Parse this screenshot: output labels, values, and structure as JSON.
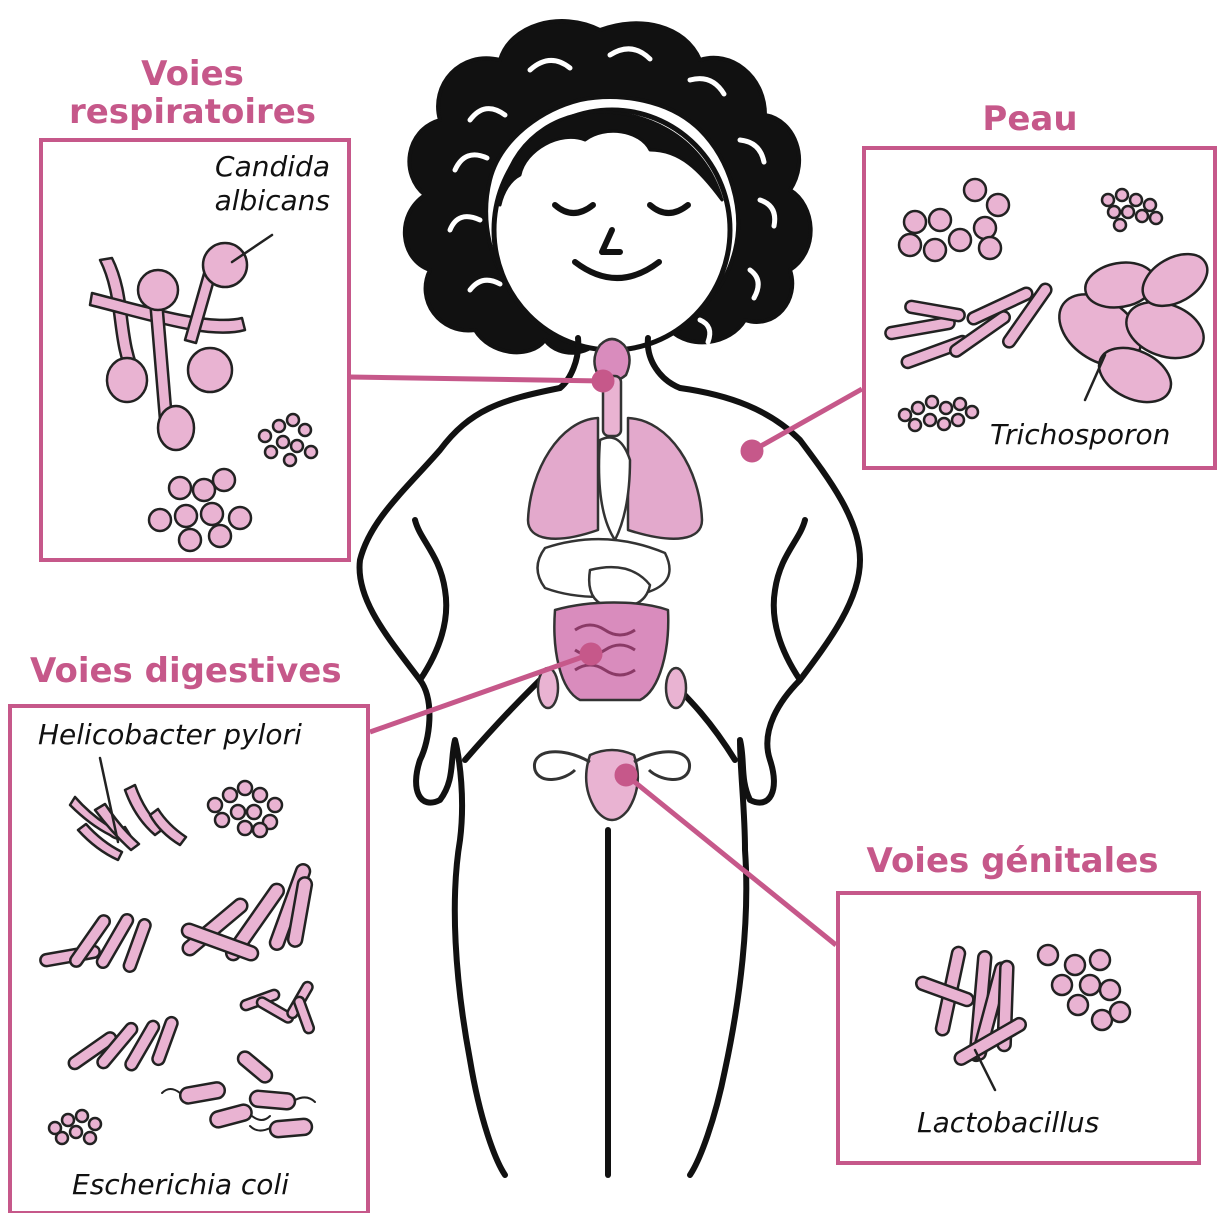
{
  "colors": {
    "accent": "#c6588a",
    "organism_fill": "#e9b3d2",
    "organ_fill": "#d98cbd",
    "outline": "#111111"
  },
  "regions": [
    {
      "title": "Voies respiratoires",
      "title_lines": [
        "Voies",
        "respiratoires"
      ],
      "species": [
        "Candida albicans"
      ]
    },
    {
      "title": "Peau",
      "species": [
        "Trichosporon"
      ]
    },
    {
      "title": "Voies digestives",
      "species": [
        "Helicobacter pylori",
        "Escherichia coli"
      ]
    },
    {
      "title": "Voies génitales",
      "species": [
        "Lactobacillus"
      ]
    }
  ],
  "labels": {
    "candida": [
      "Candida",
      "albicans"
    ]
  }
}
